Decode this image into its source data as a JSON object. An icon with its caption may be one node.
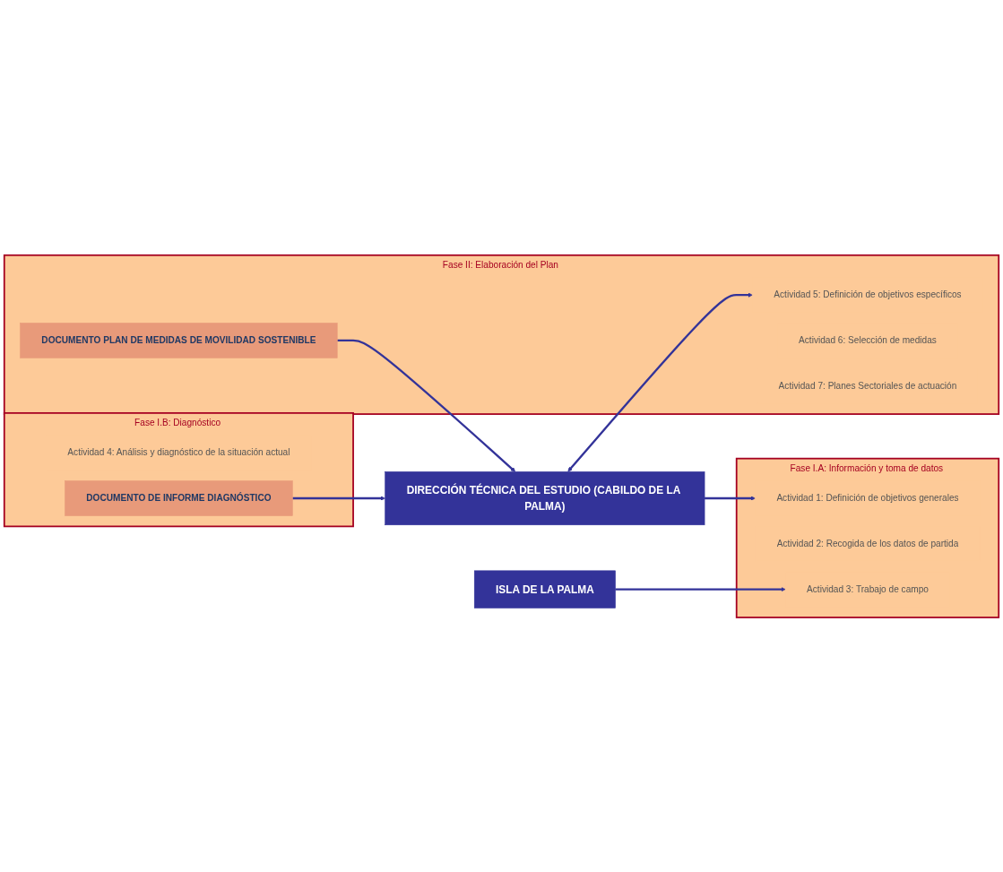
{
  "diagram": {
    "nodes": [
      {
        "text": [
          "DIRECCIÓN TÉCNICA DEL ESTUDIO (CABILDO DE LA PALMA)"
        ]
      },
      {
        "text": [
          "Fase I.A: Información y toma de datos"
        ]
      },
      {
        "text": [
          "Actividad 1: Definición de objetivos generales"
        ],
        "in": 1
      },
      {
        "text": [
          "Actividad 2: Recogida de los datos de partida"
        ],
        "in": 1
      },
      {
        "text": [
          "Actividad 3: Trabajo de campo"
        ],
        "in": 1
      },
      {
        "text": [
          "Fase I.B: Diagnóstico"
        ]
      },
      {
        "text": [
          "Actividad 4: Análisis y diagnóstico de la situación actual"
        ],
        "in": 5
      },
      {
        "text": [
          "DOCUMENTO DE INFORME DIAGNÓSTICO"
        ],
        "in": 5
      },
      {
        "text": [
          "Fase II: Elaboración del Plan"
        ]
      },
      {
        "text": [
          "Actividad 5: Definición de objetivos específicos"
        ],
        "in": 8
      },
      {
        "text": [
          "Actividad 6: Selección de medidas"
        ],
        "in": 8
      },
      {
        "text": [
          "Actividad 7: Planes Sectoriales de actuación"
        ],
        "in": 8
      },
      {
        "text": [
          "DOCUMENTO PLAN DE MEDIDAS DE MOVILIDAD SOSTENIBLE"
        ],
        "in": 8
      },
      {
        "text": [
          "ISLA DE LA PALMA"
        ]
      }
    ],
    "edges": [
      {
        "from": 0,
        "to": 2,
        "arrow": "to"
      },
      {
        "from": 13,
        "to": 4,
        "arrow": "to"
      },
      {
        "from": 7,
        "to": 0,
        "arrow": "to"
      },
      {
        "from": 0,
        "to": 9,
        "arrow": "both"
      },
      {
        "from": 12,
        "to": 0,
        "arrow": "to"
      }
    ]
  }
}
